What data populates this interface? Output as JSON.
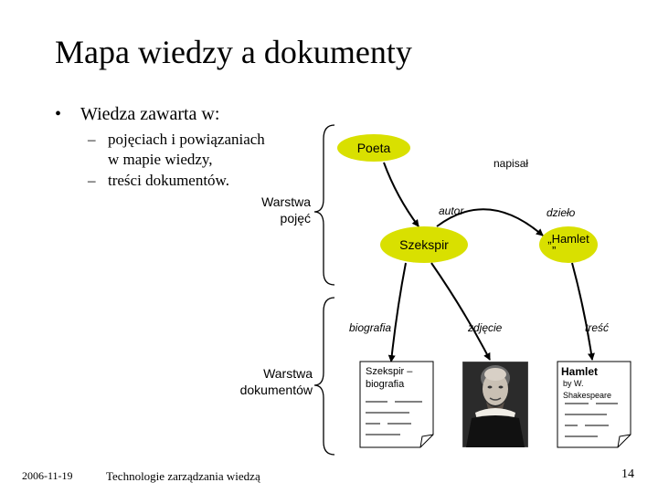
{
  "slide": {
    "title": "Mapa wiedzy a dokumenty",
    "bullet": "Wiedza zawarta w:",
    "bullet_symbol": "•",
    "dash": "–",
    "sub_items": {
      "first_line1": "pojęciach i powiązaniach",
      "first_line2": "w mapie wiedzy,",
      "second": "treści dokumentów."
    }
  },
  "layers": {
    "concepts_line1": "Warstwa",
    "concepts_line2": "pojęć",
    "documents_line1": "Warstwa",
    "documents_line2": "dokumentów"
  },
  "nodes": {
    "poeta": "Poeta",
    "szekspir": "Szekspir",
    "hamlet_line1": "„Hamlet",
    "hamlet_line2": "”"
  },
  "edges": {
    "napisal": "napisał",
    "autor": "autor",
    "dzielo": "dzieło",
    "biografia": "biografia",
    "zdjecie": "zdjęcie",
    "tresc": "treść"
  },
  "documents": {
    "biography_line1": "Szekspir –",
    "biography_line2": "biografia",
    "hamlet_title": "Hamlet",
    "hamlet_sub_line1": "by W.",
    "hamlet_sub_line2": "Shakespeare"
  },
  "footer": {
    "date": "2006-11-19",
    "center": "Technologie zarządzania wiedzą",
    "page": "14"
  },
  "colors": {
    "node_fill": "#d9e000",
    "background": "#ffffff",
    "text": "#000000"
  }
}
